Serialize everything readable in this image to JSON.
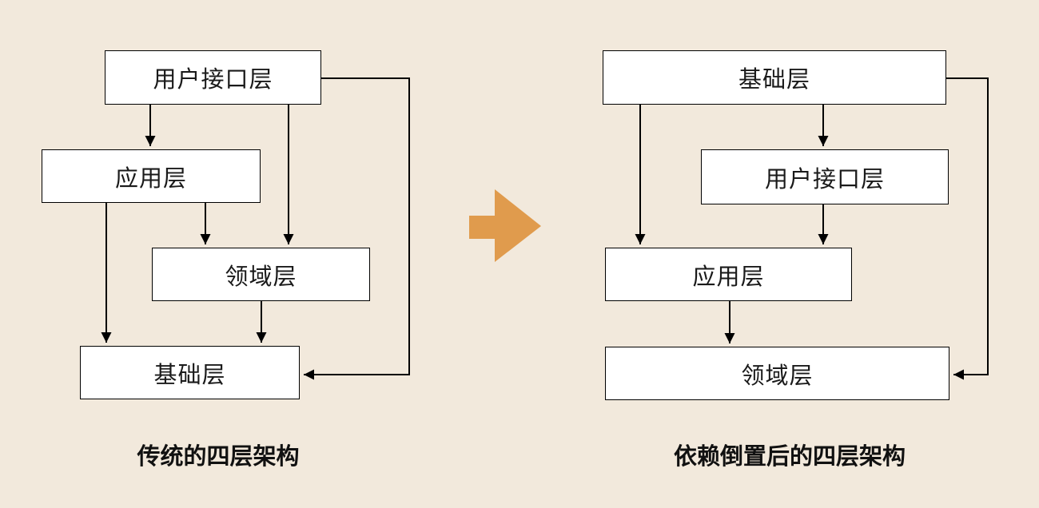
{
  "page": {
    "background_color": "#F2E9DC",
    "line_color": "#000000",
    "box_fill_color": "#FFFFFF",
    "accent_color": "#E09B4D"
  },
  "left_diagram": {
    "caption": "传统的四层架构",
    "boxes": {
      "ui": "用户接口层",
      "app": "应用层",
      "domain": "领域层",
      "infra": "基础层"
    }
  },
  "right_diagram": {
    "caption": "依赖倒置后的四层架构",
    "boxes": {
      "infra": "基础层",
      "ui": "用户接口层",
      "app": "应用层",
      "domain": "领域层"
    }
  }
}
